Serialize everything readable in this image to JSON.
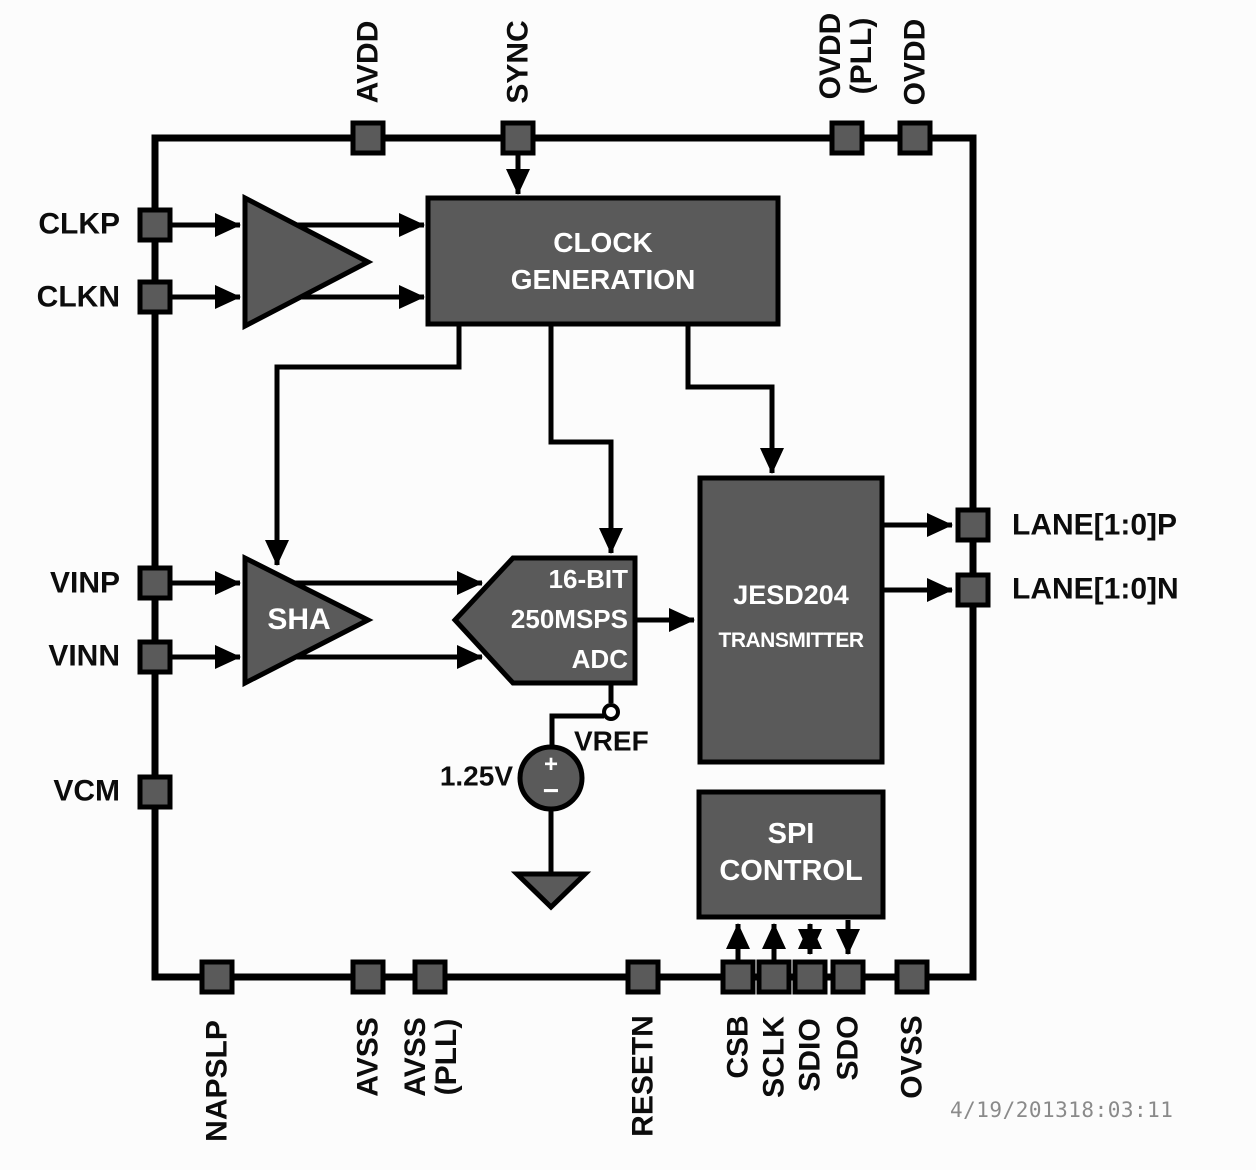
{
  "diagram": {
    "title": "ADC functional block diagram",
    "colors": {
      "block_fill": "#5a5a5a",
      "wire": "#000000",
      "block_text": "#ffffff",
      "pin_fill": "#5a5a5a",
      "timestamp_text": "#8a8a8a",
      "background": "#fcfcfc"
    },
    "pins": {
      "avdd": "AVDD",
      "sync": "SYNC",
      "ovdd_pll": "OVDD\n(PLL)",
      "ovdd": "OVDD",
      "clkp": "CLKP",
      "clkn": "CLKN",
      "vinp": "VINP",
      "vinn": "VINN",
      "vcm": "VCM",
      "lane_p": "LANE[1:0]P",
      "lane_n": "LANE[1:0]N",
      "napslp": "NAPSLP",
      "avss": "AVSS",
      "avss_pll": "AVSS\n(PLL)",
      "resetn": "RESETN",
      "csb": "CSB",
      "sclk": "SCLK",
      "sdio": "SDIO",
      "sdo": "SDO",
      "ovss": "OVSS"
    },
    "blocks": {
      "clock_generation": {
        "label": "CLOCK\nGENERATION"
      },
      "sha": {
        "label": "SHA"
      },
      "adc": {
        "label": "16-BIT\n250MSPS\nADC"
      },
      "jesd204": {
        "line1": "JESD204",
        "line2": "TRANSMITTER"
      },
      "spi": {
        "label": "SPI\nCONTROL"
      }
    },
    "vref": {
      "value": "1.25V",
      "label": "VREF",
      "plus": "+",
      "minus": "−"
    },
    "footer": {
      "timestamp": "4/19/201318:03:11"
    }
  }
}
